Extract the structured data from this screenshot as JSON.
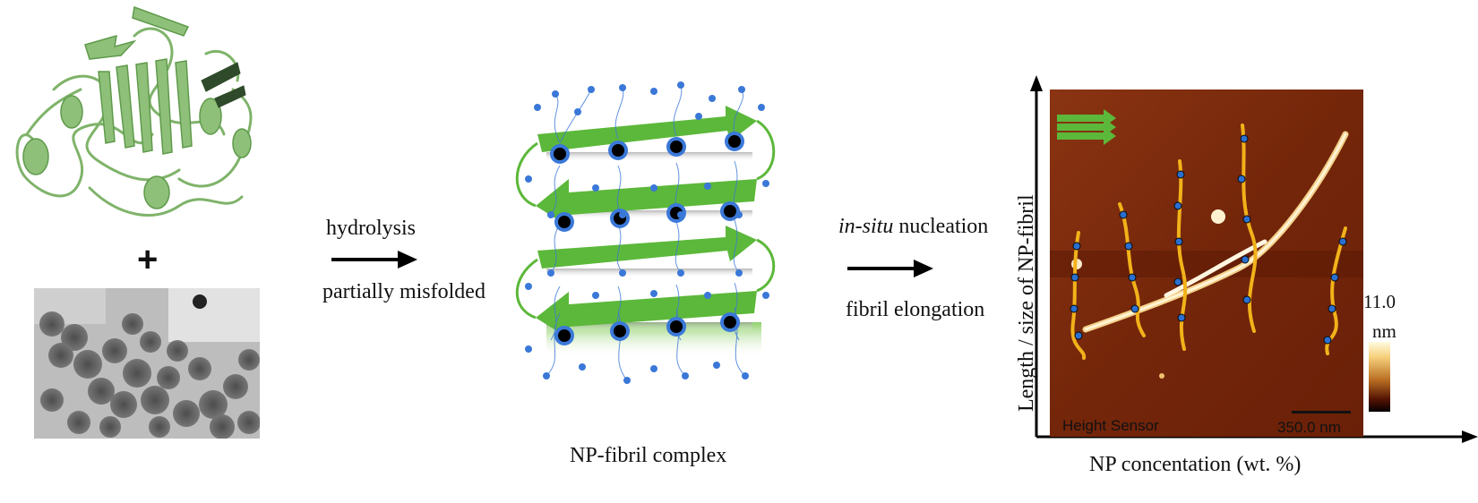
{
  "figure": {
    "plus_sign": "+",
    "step1": {
      "label_top": "hydrolysis",
      "label_bottom": "partially misfolded"
    },
    "complex": {
      "caption": "NP-fibril complex"
    },
    "step2": {
      "label_top_italic": "in-situ",
      "label_top_rest": " nucleation",
      "label_bottom": "fibril elongation"
    },
    "afm_panel": {
      "y_axis_label": "Length / size of NP-fibril",
      "x_axis_label": "NP concentation (wt. %)",
      "channel_label": "Height Sensor",
      "scale_bar_label": "350.0 nm",
      "colorbar_max": "11.0",
      "colorbar_unit": "nm"
    },
    "colors": {
      "protein_green": "#8fc07a",
      "beta_sheet_green": "#5cb83a",
      "np_blue": "#3a78d8",
      "fibril_yellow": "#f2b21a",
      "afm_background": "#7a2a0a"
    }
  }
}
